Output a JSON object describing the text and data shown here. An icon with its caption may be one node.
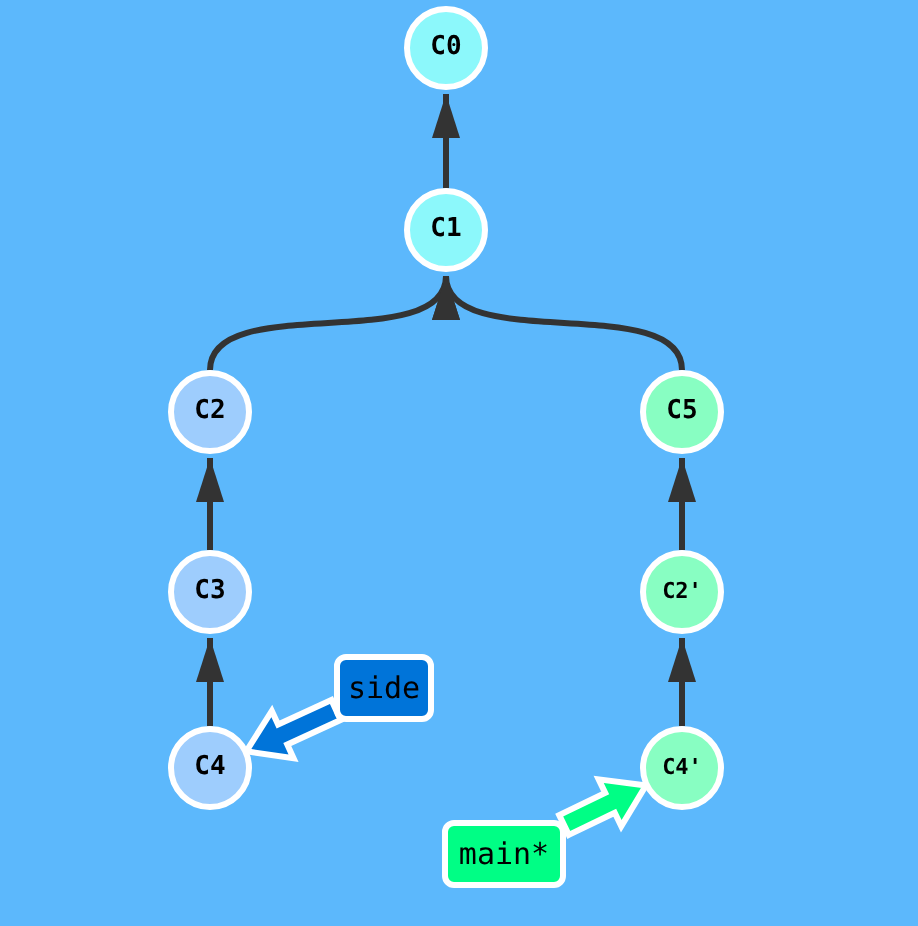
{
  "diagram": {
    "nodes": [
      {
        "text": [
          "C0"
        ]
      },
      {
        "text": [
          "C1"
        ]
      },
      {
        "text": [
          "C2"
        ]
      },
      {
        "text": [
          "C3"
        ]
      },
      {
        "text": [
          "C4"
        ]
      },
      {
        "text": [
          "C5"
        ]
      },
      {
        "text": [
          "C2'"
        ]
      },
      {
        "text": [
          "C4'"
        ]
      },
      {
        "text": [
          "side"
        ]
      },
      {
        "text": [
          "main*"
        ]
      }
    ],
    "edges": [
      {
        "from": 1,
        "to": 0,
        "arrow": "to"
      },
      {
        "from": 2,
        "to": 1,
        "arrow": "to"
      },
      {
        "from": 5,
        "to": 1,
        "arrow": "to"
      },
      {
        "from": 3,
        "to": 2,
        "arrow": "to"
      },
      {
        "from": 4,
        "to": 3,
        "arrow": "to"
      },
      {
        "from": 6,
        "to": 5,
        "arrow": "to"
      },
      {
        "from": 7,
        "to": 6,
        "arrow": "to"
      },
      {
        "from": 8,
        "to": 4,
        "arrow": "to",
        "style": "thick",
        "color": "#0074d9"
      },
      {
        "from": 9,
        "to": 7,
        "arrow": "to",
        "style": "thick",
        "color": "#00fe85"
      }
    ]
  }
}
